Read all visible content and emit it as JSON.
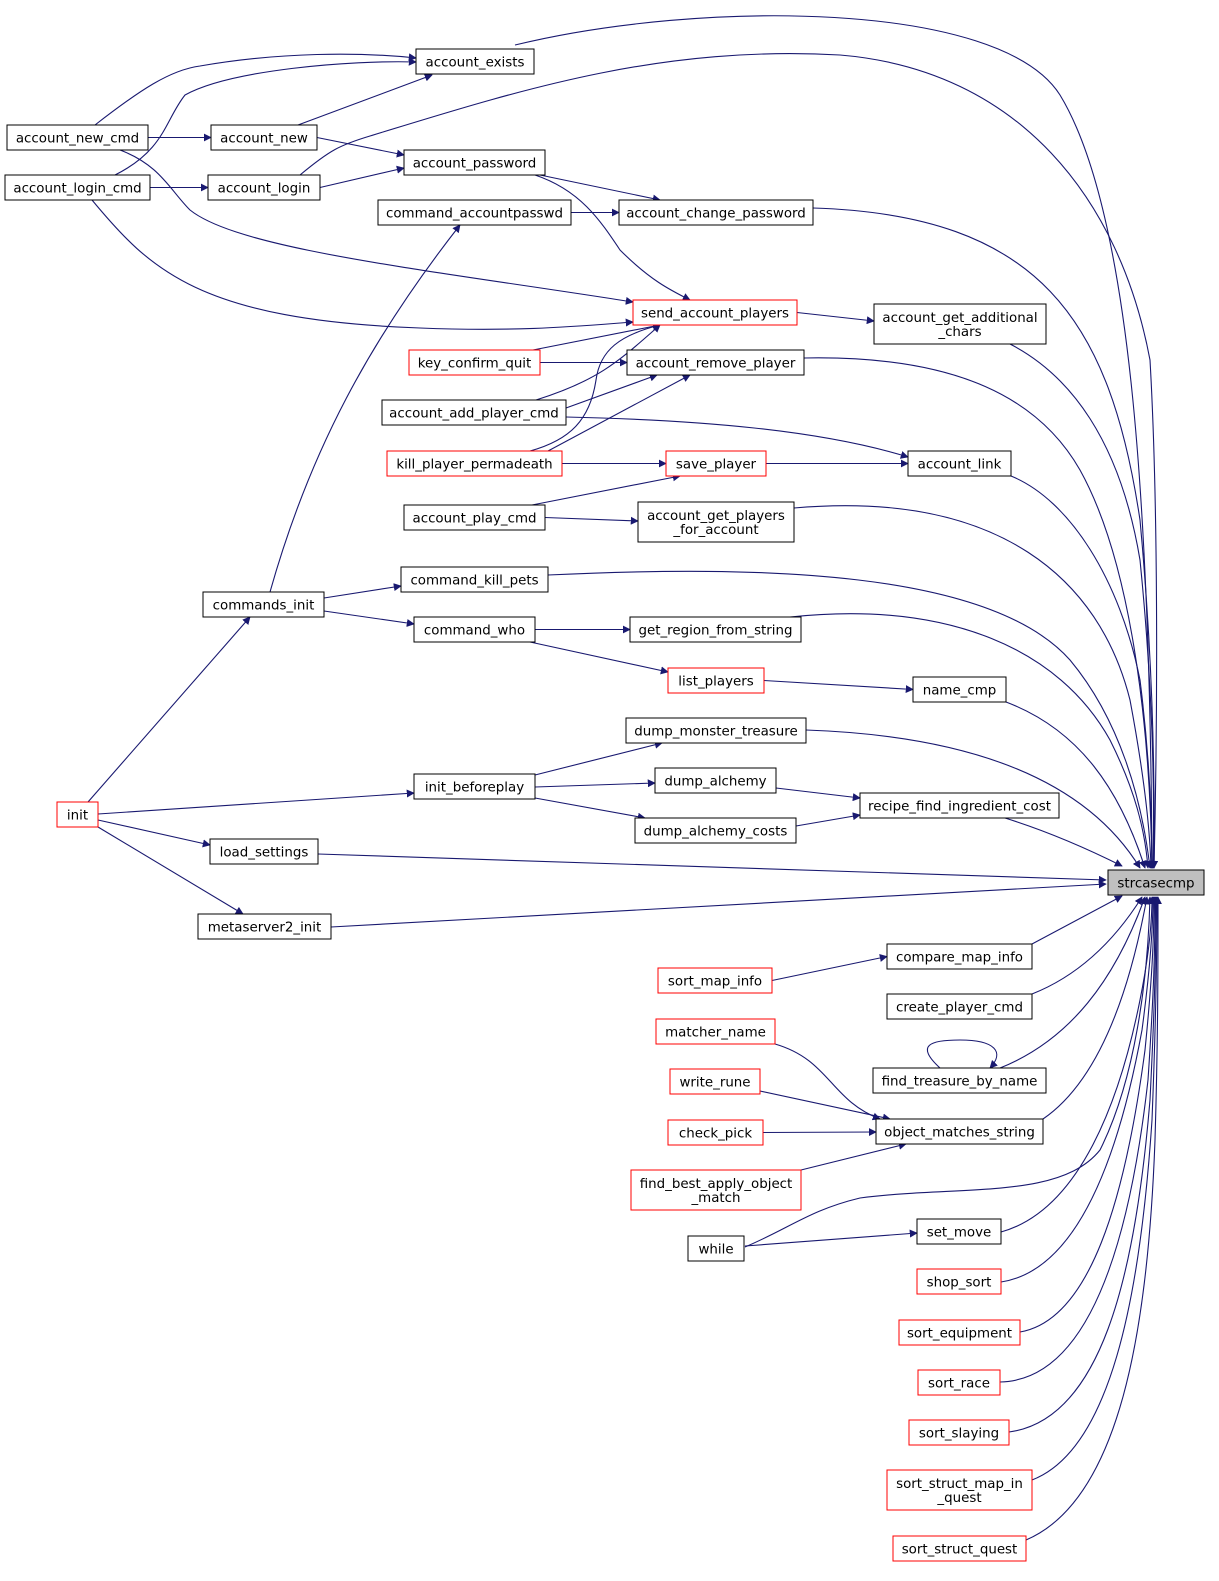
{
  "graph": {
    "root_label": "strcasecmp",
    "colors": {
      "edge": "#191970",
      "node_border": "#000000",
      "truncated_border": "#ff0000",
      "root_fill": "#bfbfbf"
    },
    "nodes": [
      {
        "id": "strcasecmp",
        "label": "strcasecmp",
        "style": "root"
      },
      {
        "id": "account_exists",
        "label": "account_exists",
        "style": "normal"
      },
      {
        "id": "account_new_cmd",
        "label": "account_new_cmd",
        "style": "normal"
      },
      {
        "id": "account_new",
        "label": "account_new",
        "style": "normal"
      },
      {
        "id": "account_login_cmd",
        "label": "account_login_cmd",
        "style": "normal"
      },
      {
        "id": "account_login",
        "label": "account_login",
        "style": "normal"
      },
      {
        "id": "account_password",
        "label": "account_password",
        "style": "normal"
      },
      {
        "id": "command_accountpasswd",
        "label": "command_accountpasswd",
        "style": "normal"
      },
      {
        "id": "account_change_password",
        "label": "account_change_password",
        "style": "normal"
      },
      {
        "id": "send_account_players",
        "label": "send_account_players",
        "style": "truncated"
      },
      {
        "id": "account_get_additional_chars",
        "label": "account_get_additional\n_chars",
        "style": "normal"
      },
      {
        "id": "key_confirm_quit",
        "label": "key_confirm_quit",
        "style": "truncated"
      },
      {
        "id": "account_remove_player",
        "label": "account_remove_player",
        "style": "normal"
      },
      {
        "id": "account_add_player_cmd",
        "label": "account_add_player_cmd",
        "style": "normal"
      },
      {
        "id": "kill_player_permadeath",
        "label": "kill_player_permadeath",
        "style": "truncated"
      },
      {
        "id": "save_player",
        "label": "save_player",
        "style": "truncated"
      },
      {
        "id": "account_link",
        "label": "account_link",
        "style": "normal"
      },
      {
        "id": "account_play_cmd",
        "label": "account_play_cmd",
        "style": "normal"
      },
      {
        "id": "account_get_players_for_account",
        "label": "account_get_players\n_for_account",
        "style": "normal"
      },
      {
        "id": "commands_init",
        "label": "commands_init",
        "style": "normal"
      },
      {
        "id": "command_kill_pets",
        "label": "command_kill_pets",
        "style": "normal"
      },
      {
        "id": "command_who",
        "label": "command_who",
        "style": "normal"
      },
      {
        "id": "get_region_from_string",
        "label": "get_region_from_string",
        "style": "normal"
      },
      {
        "id": "list_players",
        "label": "list_players",
        "style": "truncated"
      },
      {
        "id": "name_cmp",
        "label": "name_cmp",
        "style": "normal"
      },
      {
        "id": "dump_monster_treasure",
        "label": "dump_monster_treasure",
        "style": "normal"
      },
      {
        "id": "init_beforeplay",
        "label": "init_beforeplay",
        "style": "normal"
      },
      {
        "id": "dump_alchemy",
        "label": "dump_alchemy",
        "style": "normal"
      },
      {
        "id": "recipe_find_ingredient_cost",
        "label": "recipe_find_ingredient_cost",
        "style": "normal"
      },
      {
        "id": "init",
        "label": "init",
        "style": "truncated"
      },
      {
        "id": "dump_alchemy_costs",
        "label": "dump_alchemy_costs",
        "style": "normal"
      },
      {
        "id": "load_settings",
        "label": "load_settings",
        "style": "normal"
      },
      {
        "id": "metaserver2_init",
        "label": "metaserver2_init",
        "style": "normal"
      },
      {
        "id": "compare_map_info",
        "label": "compare_map_info",
        "style": "normal"
      },
      {
        "id": "sort_map_info",
        "label": "sort_map_info",
        "style": "truncated"
      },
      {
        "id": "create_player_cmd",
        "label": "create_player_cmd",
        "style": "normal"
      },
      {
        "id": "matcher_name",
        "label": "matcher_name",
        "style": "truncated"
      },
      {
        "id": "find_treasure_by_name",
        "label": "find_treasure_by_name",
        "style": "normal"
      },
      {
        "id": "write_rune",
        "label": "write_rune",
        "style": "truncated"
      },
      {
        "id": "object_matches_string",
        "label": "object_matches_string",
        "style": "normal"
      },
      {
        "id": "check_pick",
        "label": "check_pick",
        "style": "truncated"
      },
      {
        "id": "find_best_apply_object_match",
        "label": "find_best_apply_object\n_match",
        "style": "truncated"
      },
      {
        "id": "while",
        "label": "while",
        "style": "normal"
      },
      {
        "id": "set_move",
        "label": "set_move",
        "style": "normal"
      },
      {
        "id": "shop_sort",
        "label": "shop_sort",
        "style": "truncated"
      },
      {
        "id": "sort_equipment",
        "label": "sort_equipment",
        "style": "truncated"
      },
      {
        "id": "sort_race",
        "label": "sort_race",
        "style": "truncated"
      },
      {
        "id": "sort_slaying",
        "label": "sort_slaying",
        "style": "truncated"
      },
      {
        "id": "sort_struct_map_in_quest",
        "label": "sort_struct_map_in\n_quest",
        "style": "truncated"
      },
      {
        "id": "sort_struct_quest",
        "label": "sort_struct_quest",
        "style": "truncated"
      }
    ],
    "edges": [
      [
        "account_exists",
        "strcasecmp"
      ],
      [
        "account_new_cmd",
        "account_exists"
      ],
      [
        "account_new_cmd",
        "account_new"
      ],
      [
        "account_new_cmd",
        "send_account_players"
      ],
      [
        "account_new",
        "account_exists"
      ],
      [
        "account_new",
        "account_password"
      ],
      [
        "account_login_cmd",
        "account_exists"
      ],
      [
        "account_login_cmd",
        "account_login"
      ],
      [
        "account_login_cmd",
        "send_account_players"
      ],
      [
        "account_login",
        "strcasecmp"
      ],
      [
        "account_login",
        "account_password"
      ],
      [
        "account_password",
        "account_change_password"
      ],
      [
        "account_password",
        "send_account_players"
      ],
      [
        "command_accountpasswd",
        "account_change_password"
      ],
      [
        "account_change_password",
        "strcasecmp"
      ],
      [
        "send_account_players",
        "account_get_additional_chars"
      ],
      [
        "account_get_additional_chars",
        "strcasecmp"
      ],
      [
        "key_confirm_quit",
        "account_remove_player"
      ],
      [
        "key_confirm_quit",
        "send_account_players"
      ],
      [
        "account_remove_player",
        "strcasecmp"
      ],
      [
        "account_add_player_cmd",
        "send_account_players"
      ],
      [
        "account_add_player_cmd",
        "account_remove_player"
      ],
      [
        "account_add_player_cmd",
        "account_link"
      ],
      [
        "kill_player_permadeath",
        "send_account_players"
      ],
      [
        "kill_player_permadeath",
        "account_remove_player"
      ],
      [
        "kill_player_permadeath",
        "save_player"
      ],
      [
        "save_player",
        "account_link"
      ],
      [
        "account_link",
        "strcasecmp"
      ],
      [
        "account_play_cmd",
        "save_player"
      ],
      [
        "account_play_cmd",
        "account_get_players_for_account"
      ],
      [
        "account_get_players_for_account",
        "strcasecmp"
      ],
      [
        "commands_init",
        "command_accountpasswd"
      ],
      [
        "commands_init",
        "command_kill_pets"
      ],
      [
        "commands_init",
        "command_who"
      ],
      [
        "command_kill_pets",
        "strcasecmp"
      ],
      [
        "command_who",
        "get_region_from_string"
      ],
      [
        "command_who",
        "list_players"
      ],
      [
        "get_region_from_string",
        "strcasecmp"
      ],
      [
        "list_players",
        "name_cmp"
      ],
      [
        "name_cmp",
        "strcasecmp"
      ],
      [
        "dump_monster_treasure",
        "strcasecmp"
      ],
      [
        "init_beforeplay",
        "dump_monster_treasure"
      ],
      [
        "init_beforeplay",
        "dump_alchemy"
      ],
      [
        "init_beforeplay",
        "dump_alchemy_costs"
      ],
      [
        "dump_alchemy",
        "recipe_find_ingredient_cost"
      ],
      [
        "dump_alchemy_costs",
        "recipe_find_ingredient_cost"
      ],
      [
        "recipe_find_ingredient_cost",
        "strcasecmp"
      ],
      [
        "init",
        "commands_init"
      ],
      [
        "init",
        "init_beforeplay"
      ],
      [
        "init",
        "load_settings"
      ],
      [
        "init",
        "metaserver2_init"
      ],
      [
        "load_settings",
        "strcasecmp"
      ],
      [
        "metaserver2_init",
        "strcasecmp"
      ],
      [
        "compare_map_info",
        "strcasecmp"
      ],
      [
        "sort_map_info",
        "compare_map_info"
      ],
      [
        "create_player_cmd",
        "strcasecmp"
      ],
      [
        "find_treasure_by_name",
        "strcasecmp"
      ],
      [
        "find_treasure_by_name",
        "find_treasure_by_name"
      ],
      [
        "matcher_name",
        "object_matches_string"
      ],
      [
        "write_rune",
        "object_matches_string"
      ],
      [
        "check_pick",
        "object_matches_string"
      ],
      [
        "find_best_apply_object_match",
        "object_matches_string"
      ],
      [
        "object_matches_string",
        "strcasecmp"
      ],
      [
        "while",
        "strcasecmp"
      ],
      [
        "while",
        "set_move"
      ],
      [
        "set_move",
        "strcasecmp"
      ],
      [
        "shop_sort",
        "strcasecmp"
      ],
      [
        "sort_equipment",
        "strcasecmp"
      ],
      [
        "sort_race",
        "strcasecmp"
      ],
      [
        "sort_slaying",
        "strcasecmp"
      ],
      [
        "sort_struct_map_in_quest",
        "strcasecmp"
      ],
      [
        "sort_struct_quest",
        "strcasecmp"
      ]
    ]
  }
}
